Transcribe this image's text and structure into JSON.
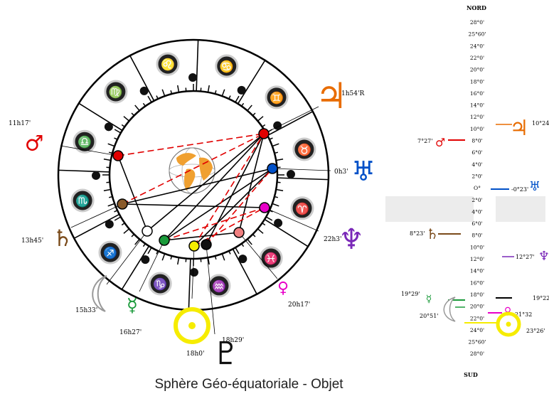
{
  "caption": "Sphère Géo-équatoriale - Objet",
  "colors": {
    "sun": "#f6ec00",
    "moon": "#999999",
    "mercury": "#1a9a3a",
    "venus": "#e800c8",
    "mars": "#e10000",
    "jupiter": "#e86c00",
    "saturn": "#7a4a1a",
    "uranus": "#0050c8",
    "neptune": "#7a28b8",
    "pluto": "#111111",
    "aspect_red": "#e10000",
    "line": "#000000"
  },
  "zodiac_signs": [
    "capricorn",
    "aquarius",
    "pisces",
    "aries",
    "taurus",
    "gemini",
    "cancer",
    "leo",
    "virgo",
    "libra",
    "scorpio",
    "sagittarius"
  ],
  "zodiac_glyphs": [
    "♑",
    "♒",
    "♓",
    "♈",
    "♉",
    "♊",
    "♋",
    "♌",
    "♍",
    "♎",
    "♏",
    "♐"
  ],
  "planets": [
    {
      "id": "mars",
      "glyph": "♂",
      "label": "11h17'",
      "color": "#e10000"
    },
    {
      "id": "jupiter",
      "glyph": "♃",
      "label": "1h54'R",
      "color": "#e86c00"
    },
    {
      "id": "uranus",
      "glyph": "♅",
      "label": "0h3'",
      "color": "#0050c8"
    },
    {
      "id": "neptune",
      "glyph": "♆",
      "label": "22h3'",
      "color": "#7a28b8"
    },
    {
      "id": "venus",
      "glyph": "♀",
      "label": "20h17'",
      "color": "#e800c8"
    },
    {
      "id": "pluto",
      "glyph": "♇",
      "label": "18h29'",
      "color": "#111111"
    },
    {
      "id": "sun",
      "glyph": "☉",
      "label": "18h0'",
      "color": "#f6ec00"
    },
    {
      "id": "mercury",
      "glyph": "☿",
      "label": "16h27'",
      "color": "#1a9a3a"
    },
    {
      "id": "moon",
      "glyph": "☽",
      "label": "15h33'",
      "color": "#999999"
    },
    {
      "id": "saturn",
      "glyph": "♄",
      "label": "13h45'",
      "color": "#7a4a1a"
    }
  ],
  "declination_scale": {
    "top_label": "NORD",
    "bottom_label": "SUD",
    "ticks": [
      "28°0'",
      "25°60'",
      "24°0'",
      "22°0'",
      "20°0'",
      "18°0'",
      "16°0'",
      "14°0'",
      "12°0'",
      "10°0'",
      "8°0'",
      "6°0'",
      "4°0'",
      "2°0'",
      "O°",
      "2°0'",
      "4°0'",
      "6°0'",
      "8°0'",
      "10°0'",
      "12°0'",
      "14°0'",
      "16°0'",
      "18°0'",
      "20°0'",
      "22°0'",
      "24°0'",
      "25°60'",
      "28°0'"
    ],
    "markers": [
      {
        "id": "mars",
        "glyph": "♂",
        "label": "7°27'",
        "color": "#e10000"
      },
      {
        "id": "jupiter",
        "glyph": "♃",
        "label": "10°24",
        "color": "#e86c00"
      },
      {
        "id": "uranus",
        "glyph": "♅",
        "label": "-0°23'",
        "color": "#0050c8"
      },
      {
        "id": "saturn",
        "glyph": "♄",
        "label": "8°23'",
        "color": "#7a4a1a"
      },
      {
        "id": "neptune",
        "glyph": "♆",
        "label": "12°27'",
        "color": "#7a28b8"
      },
      {
        "id": "mercury",
        "glyph": "☿",
        "label": "19°29'",
        "color": "#1a9a3a"
      },
      {
        "id": "pluto",
        "glyph": "",
        "label": "19°22",
        "color": "#000000"
      },
      {
        "id": "moon",
        "glyph": "☽",
        "label": "20°51'",
        "color": "#999999"
      },
      {
        "id": "venus",
        "glyph": "♀",
        "label": "21°32",
        "color": "#e800c8"
      },
      {
        "id": "sun",
        "glyph": "☉",
        "label": "23°26'",
        "color": "#f6ec00"
      }
    ]
  }
}
